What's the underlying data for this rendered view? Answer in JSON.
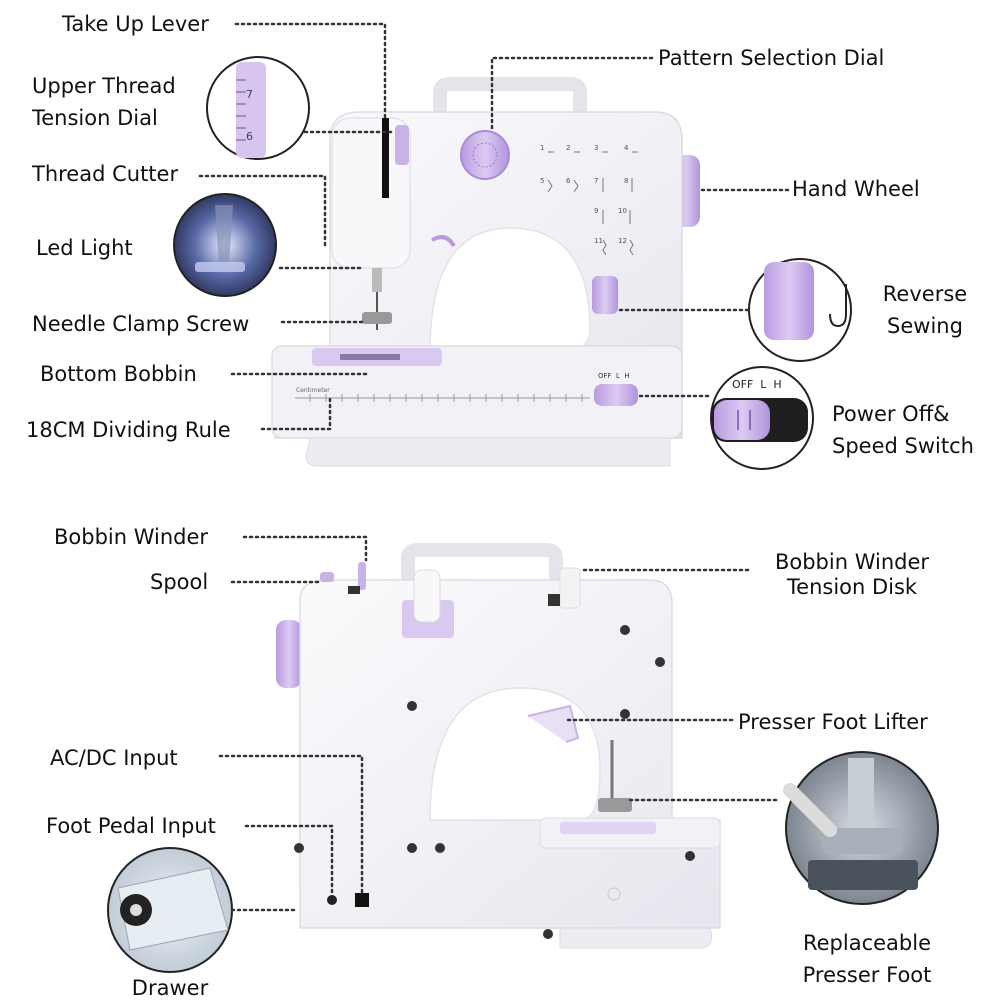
{
  "labels": {
    "take_up_lever": "Take Up Lever",
    "upper_thread_tension_dial": [
      "Upper Thread",
      "Tension Dial"
    ],
    "thread_cutter": "Thread Cutter",
    "led_light": "Led Light",
    "needle_clamp_screw": "Needle Clamp Screw",
    "bottom_bobbin": "Bottom Bobbin",
    "dividing_rule": "18CM Dividing Rule",
    "pattern_selection_dial": "Pattern Selection Dial",
    "hand_wheel": "Hand Wheel",
    "reverse_sewing": [
      "Reverse",
      "Sewing"
    ],
    "power_speed_switch": [
      "Power Off&",
      "Speed Switch"
    ],
    "bobbin_winder": "Bobbin Winder",
    "spool": "Spool",
    "bobbin_winder_tension_disk": [
      "Bobbin Winder",
      "Tension Disk"
    ],
    "presser_foot_lifter": "Presser Foot Lifter",
    "ac_dc_input": "AC/DC Input",
    "foot_pedal_input": "Foot Pedal Input",
    "drawer": "Drawer",
    "replaceable_presser_foot": [
      "Replaceable",
      "Presser Foot"
    ]
  },
  "switch_text": "OFF  L  H",
  "ruler_text": "Centimeter",
  "tension_dial_numbers": [
    "7",
    "6"
  ],
  "pattern_numbers": [
    "1",
    "2",
    "3",
    "4",
    "5",
    "6",
    "7",
    "8",
    "9",
    "10",
    "11",
    "12"
  ],
  "colors": {
    "lavender": "#c9b3e6",
    "lavender_dark": "#a98bd4",
    "body": "#f4f4f8",
    "outline": "#d8d8e0",
    "dots": "#333333"
  },
  "icons": [
    "sewing-machine-front",
    "sewing-machine-back",
    "zoom-circle-tension",
    "zoom-circle-led",
    "zoom-circle-reverse",
    "zoom-circle-switch",
    "zoom-circle-drawer",
    "zoom-circle-presser-foot"
  ]
}
